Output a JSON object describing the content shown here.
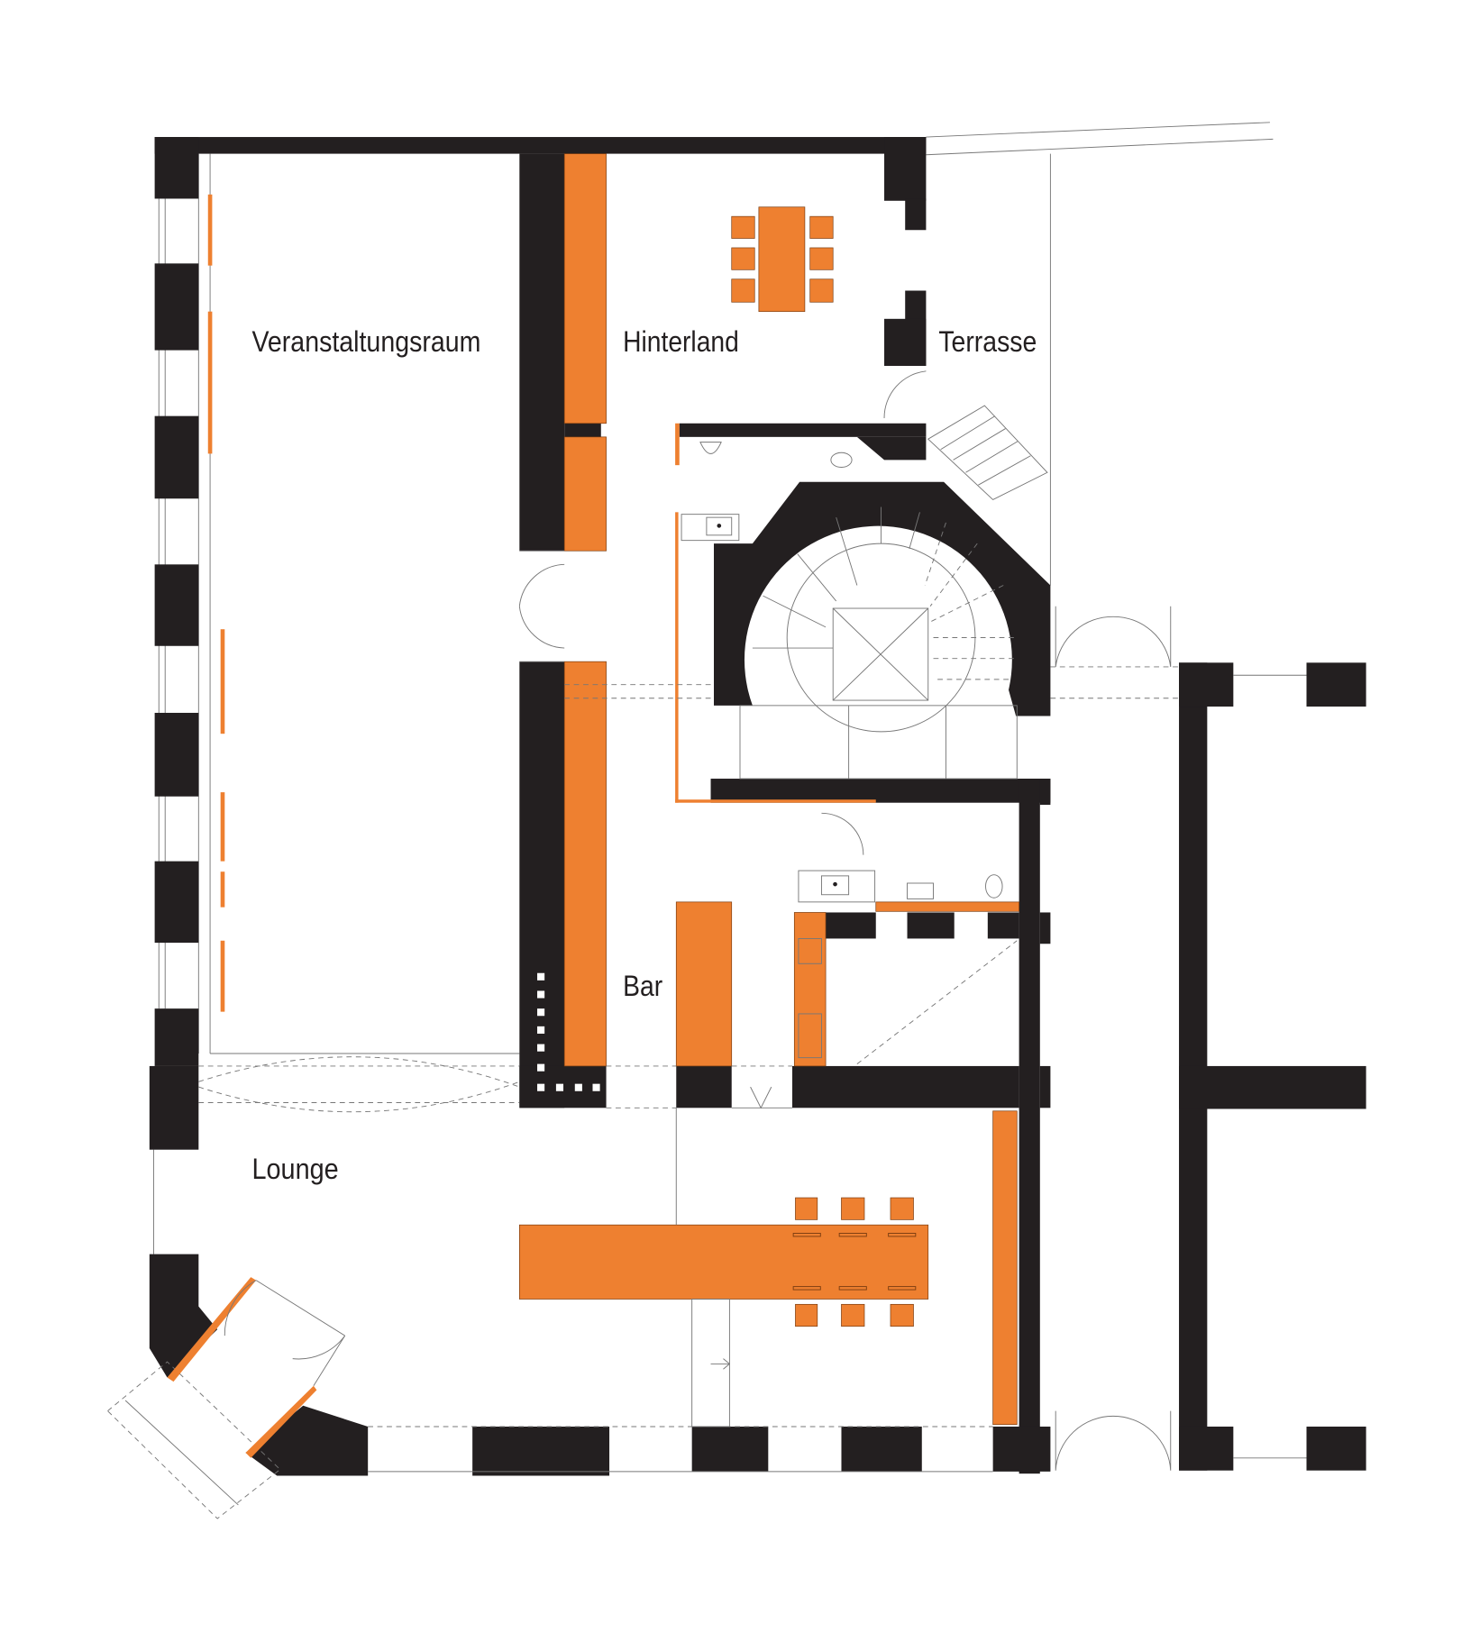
{
  "plan": {
    "rooms": [
      {
        "label": "Veranstaltungsraum"
      },
      {
        "label": "Hinterland"
      },
      {
        "label": "Terrasse"
      },
      {
        "label": "Bar"
      },
      {
        "label": "Lounge"
      }
    ]
  },
  "colors": {
    "wall": "#231f20",
    "furniture": "#ee8030",
    "background": "#ffffff"
  }
}
